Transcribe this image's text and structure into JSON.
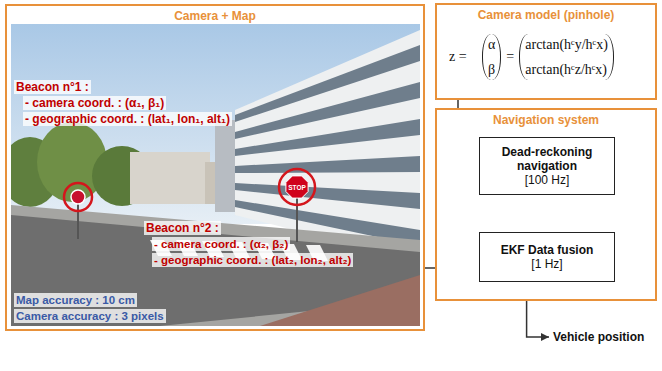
{
  "diagram": {
    "nodes": [
      {
        "text": [
          "Camera + Map"
        ]
      },
      {
        "text": [
          "Camera model (pinhole)",
          "z =",
          "α",
          "β",
          "=",
          "arctan(hᶜy/hᶜx)",
          "arctan(hᶜz/hᶜx)"
        ]
      },
      {
        "text": [
          "Navigation system"
        ]
      },
      {
        "text": [
          "Dead-reckoning navigation",
          "[100 Hz]"
        ],
        "in": 2
      },
      {
        "text": [
          "EKF Data fusion",
          "[1 Hz]"
        ],
        "in": 2
      }
    ],
    "edges": [
      {
        "from": 3,
        "to": 4,
        "arrow": "to"
      },
      {
        "from": 4,
        "to": 3,
        "arrow": "to"
      },
      {
        "from": 1,
        "to": 4,
        "arrow": "to"
      },
      {
        "from": 0,
        "to": 4,
        "arrow": "to"
      }
    ],
    "labels": [
      "Beacon n°1 :",
      "- camera coord. : (α₁, β₁)",
      "- geographic coord. : (lat₁, lon₁, alt₁)",
      "Beacon n°2 :",
      "- camera coord. : (α₂, β₂)",
      "- geographic coord. : (lat₂, lon₂, alt₂)",
      "Map accuracy : 10 cm",
      "Camera accuracy : 3 pixels",
      "STOP",
      "Vehicle position"
    ]
  }
}
